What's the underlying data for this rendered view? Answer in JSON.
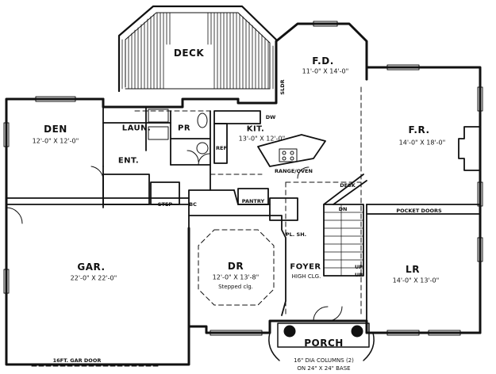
{
  "plan": {
    "rooms": {
      "deck": {
        "name": "DECK"
      },
      "fd": {
        "name": "F.D.",
        "dims": "11'-0\" X 14'-0\""
      },
      "den": {
        "name": "DEN",
        "dims": "12'-0\" X 12'-0\""
      },
      "laun": {
        "name": "LAUN."
      },
      "pr": {
        "name": "PR"
      },
      "kit": {
        "name": "KIT.",
        "dims": "13'-0\" X 12'-0\""
      },
      "fr": {
        "name": "F.R.",
        "dims": "14'-0\" X 18'-0\""
      },
      "ent": {
        "name": "ENT."
      },
      "gar": {
        "name": "GAR.",
        "dims": "22'-0\" X 22'-0\""
      },
      "dr": {
        "name": "DR",
        "dims": "12'-0\" X 13'-8\"",
        "note": "Stepped clg."
      },
      "foyer": {
        "name": "FOYER",
        "note": "HIGH CLG."
      },
      "lr": {
        "name": "LR",
        "dims": "14'-0\" X 13'-0\""
      },
      "porch": {
        "name": "PORCH"
      }
    },
    "labels": {
      "range_oven": "RANGE/OVEN",
      "pantry": "PANTRY",
      "step": "STEP",
      "bc": "BC",
      "ref": "REF",
      "pocket_doors": "POCKET DOORS",
      "dn": "DN",
      "desk": "DESK",
      "dw": "DW",
      "sliders": "SLDR",
      "plant_shelf": "PL. SH.",
      "gar_door": "16FT. GAR DOOR",
      "columns_line1": "16\" DIA COLUMNS (2)",
      "columns_line2": "ON 24\" X 24\" BASE",
      "up_1": "UP",
      "up_2": "UP"
    }
  }
}
